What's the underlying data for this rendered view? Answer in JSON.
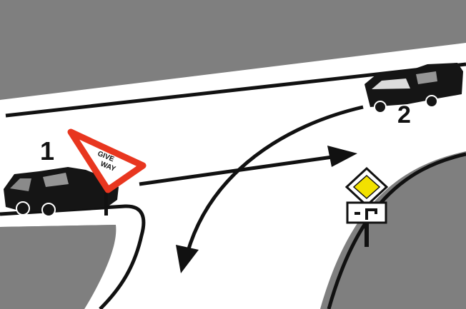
{
  "vehicles": [
    {
      "id": "1",
      "label": "1"
    },
    {
      "id": "2",
      "label": "2"
    }
  ],
  "give_way_sign": {
    "line1": "GIVE",
    "line2": "WAY",
    "border_color": "#e8361f"
  },
  "priority_sign": {
    "diamond_color": "#f2e100"
  },
  "colors": {
    "background": "#7f7f7f",
    "road": "#ffffff",
    "lines": "#111111",
    "vehicle": "#151515"
  }
}
